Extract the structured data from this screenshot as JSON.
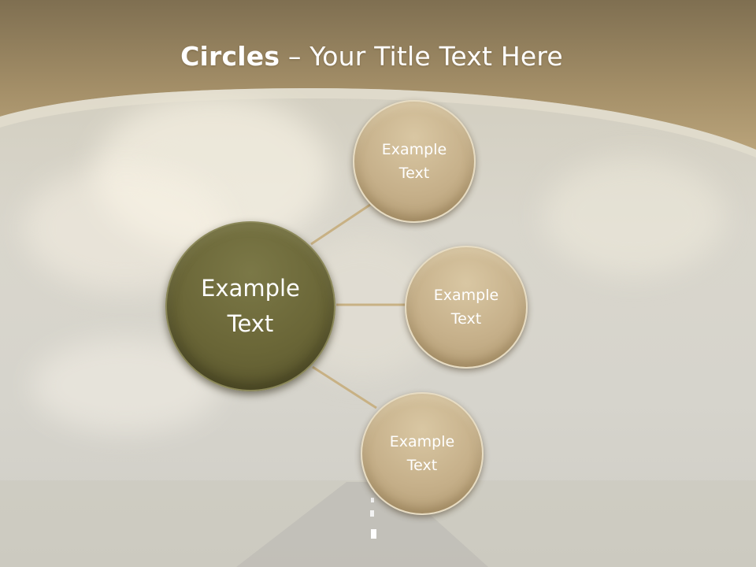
{
  "title": {
    "bold": "Circles",
    "rest": " – Your Title Text Here"
  },
  "center": {
    "line1": "Example",
    "line2": "Text"
  },
  "nodes": [
    {
      "line1": "Example",
      "line2": "Text"
    },
    {
      "line1": "Example",
      "line2": "Text"
    },
    {
      "line1": "Example",
      "line2": "Text"
    }
  ],
  "colors": {
    "header_band": "#b7a178",
    "center_fill": "#6a6637",
    "node_fill": "#c6b08a",
    "connector": "#c8b184",
    "title_text": "#ffffff"
  }
}
